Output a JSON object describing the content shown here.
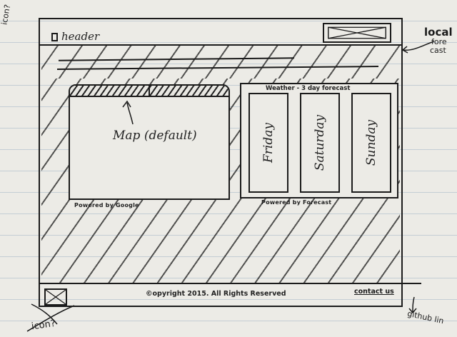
{
  "header": {
    "label": "header"
  },
  "map": {
    "label": "Map (default)",
    "powered_by": "Powered by Google"
  },
  "weather": {
    "title": "Weather - 3 day forecast",
    "days": [
      "Friday",
      "Saturday",
      "Sunday"
    ],
    "powered_by": "Powered by Forecast"
  },
  "footer": {
    "copyright": "©opyright 2015. All Rights Reserved",
    "contact": "contact us"
  },
  "annotations": {
    "icon_top": "icon?",
    "local_forecast_line1": "local",
    "local_forecast_line2": "fore",
    "local_forecast_line3": "cast",
    "github_link": "github lin",
    "icon_bottom": "icon?"
  },
  "colors": {
    "ink": "#1b1b1b",
    "paper": "#ecebe6",
    "rule_line": "#7896b4"
  }
}
